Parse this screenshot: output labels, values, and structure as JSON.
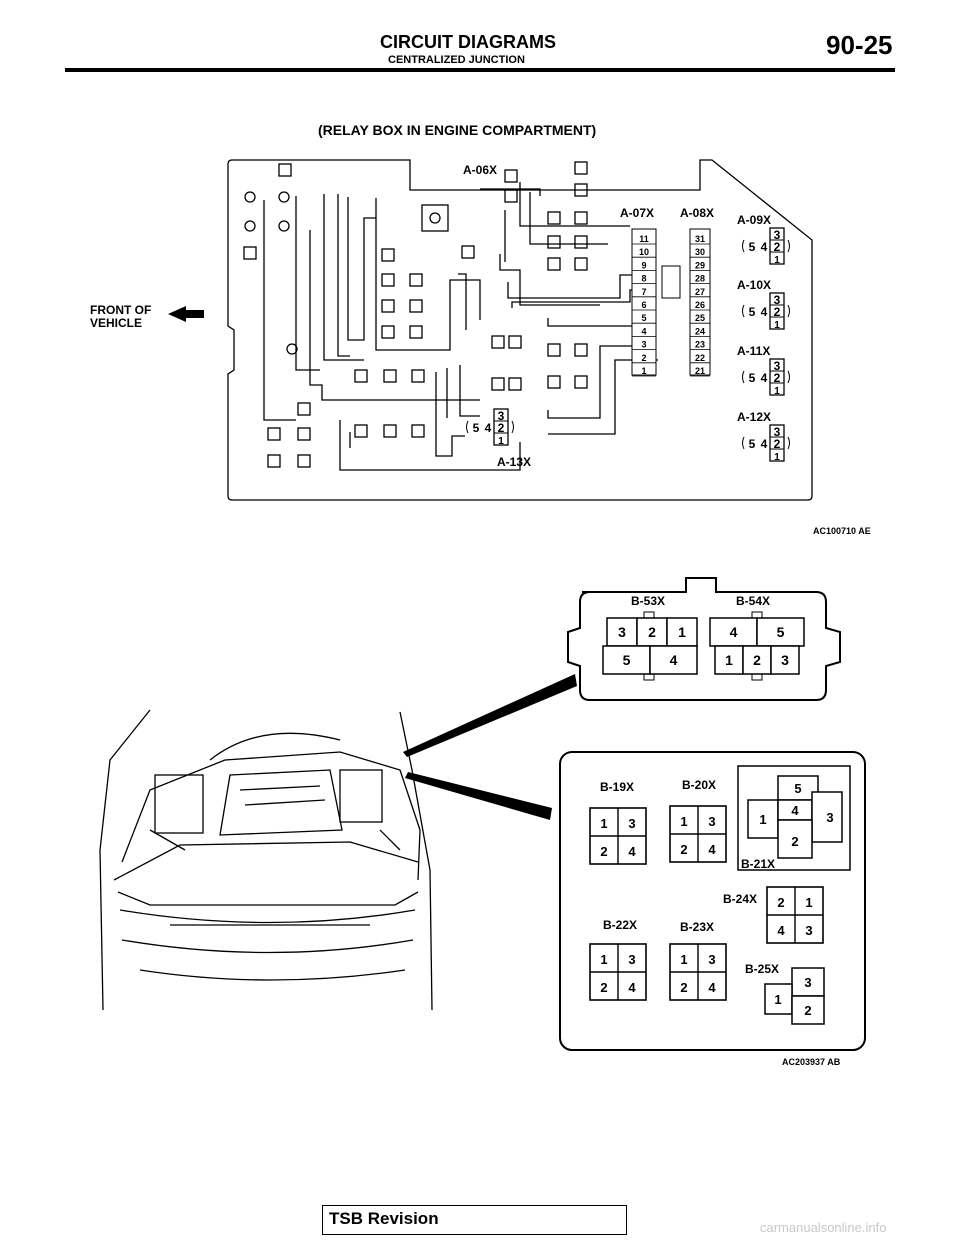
{
  "header": {
    "title": "CIRCUIT DIAGRAMS",
    "subtitle": "CENTRALIZED JUNCTION",
    "page": "90-25"
  },
  "relay_box": {
    "title": "(RELAY BOX IN ENGINE COMPARTMENT)",
    "front_label_1": "FRONT OF",
    "front_label_2": "VEHICLE",
    "figure_id": "AC100710 AE",
    "connectors": {
      "a06": "A-06X",
      "a07": "A-07X",
      "a08": "A-08X",
      "a09": "A-09X",
      "a10": "A-10X",
      "a11": "A-11X",
      "a12": "A-12X",
      "a13": "A-13X"
    },
    "a07_pins": [
      "11",
      "10",
      "9",
      "8",
      "7",
      "6",
      "5",
      "4",
      "3",
      "2",
      "1"
    ],
    "a08_pins": [
      "31",
      "30",
      "29",
      "28",
      "27",
      "26",
      "25",
      "24",
      "23",
      "22",
      "21"
    ],
    "relay_pins": {
      "p1": "1",
      "p2": "2",
      "p3": "3",
      "p4": "4",
      "p5": "5"
    }
  },
  "engine": {
    "figure_id": "AC203937 AB",
    "b53": {
      "label": "B-53X",
      "top": [
        "3",
        "2",
        "1"
      ],
      "bottom": [
        "5",
        "4"
      ]
    },
    "b54": {
      "label": "B-54X",
      "top": [
        "4",
        "5"
      ],
      "bottom": [
        "1",
        "2",
        "3"
      ]
    },
    "b19": {
      "label": "B-19X",
      "pins": [
        "1",
        "3",
        "2",
        "4"
      ]
    },
    "b20": {
      "label": "B-20X",
      "pins": [
        "1",
        "3",
        "2",
        "4"
      ]
    },
    "b21": {
      "label": "B-21X",
      "pins": [
        "5",
        "4",
        "1",
        "3",
        "2"
      ]
    },
    "b22": {
      "label": "B-22X",
      "pins": [
        "1",
        "3",
        "2",
        "4"
      ]
    },
    "b23": {
      "label": "B-23X",
      "pins": [
        "1",
        "3",
        "2",
        "4"
      ]
    },
    "b24": {
      "label": "B-24X",
      "pins": [
        "2",
        "1",
        "4",
        "3"
      ]
    },
    "b25": {
      "label": "B-25X",
      "pins": [
        "3",
        "1",
        "2"
      ]
    }
  },
  "footer": {
    "label": "TSB Revision"
  },
  "watermark": "carmanualsonline.info"
}
